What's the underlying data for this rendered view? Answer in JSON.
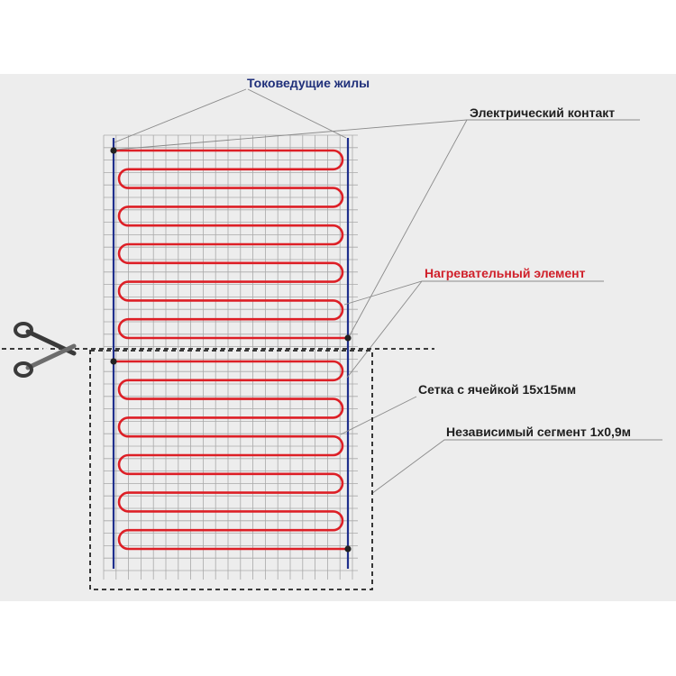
{
  "labels": {
    "conductors": "Токоведущие жилы",
    "contact": "Электрический контакт",
    "heating": "Нагревательный элемент",
    "mesh": "Сетка с ячейкой 15х15мм",
    "segment": "Независимый сегмент 1х0,9м"
  },
  "colors": {
    "conductor": "#1f2f8c",
    "heating_wire": "#dd1f26",
    "mesh": "#a9a9a9",
    "leader": "#8a8a8a",
    "cut_line": "#222222",
    "background": "#ededed"
  },
  "icons": {
    "cut_marker": "scissors-icon"
  }
}
